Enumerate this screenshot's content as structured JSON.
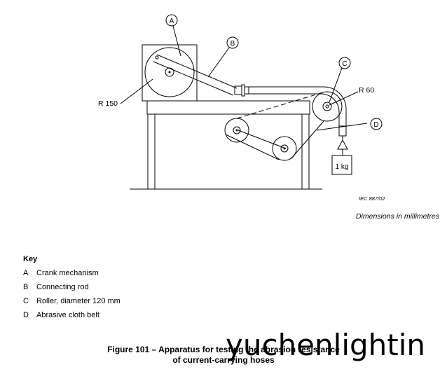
{
  "figure": {
    "callouts": {
      "a": "A",
      "b": "B",
      "c": "C",
      "d": "D"
    },
    "dimensions": {
      "r150": "R 150",
      "r60": "R 60"
    },
    "weight_label": "1 kg",
    "iec_ref": "IEC   887/02",
    "dimensions_note": "Dimensions in millimetres"
  },
  "key": {
    "title": "Key",
    "items": [
      {
        "letter": "A",
        "text": "Crank mechanism"
      },
      {
        "letter": "B",
        "text": "Connecting rod"
      },
      {
        "letter": "C",
        "text": "Roller, diameter 120 mm"
      },
      {
        "letter": "D",
        "text": "Abrasive cloth belt"
      }
    ]
  },
  "caption": {
    "line1": "Figure 101 – Apparatus for testing the abrasion resistance",
    "line2": "of current-carrying hoses"
  },
  "watermark": "yuchenlightin"
}
